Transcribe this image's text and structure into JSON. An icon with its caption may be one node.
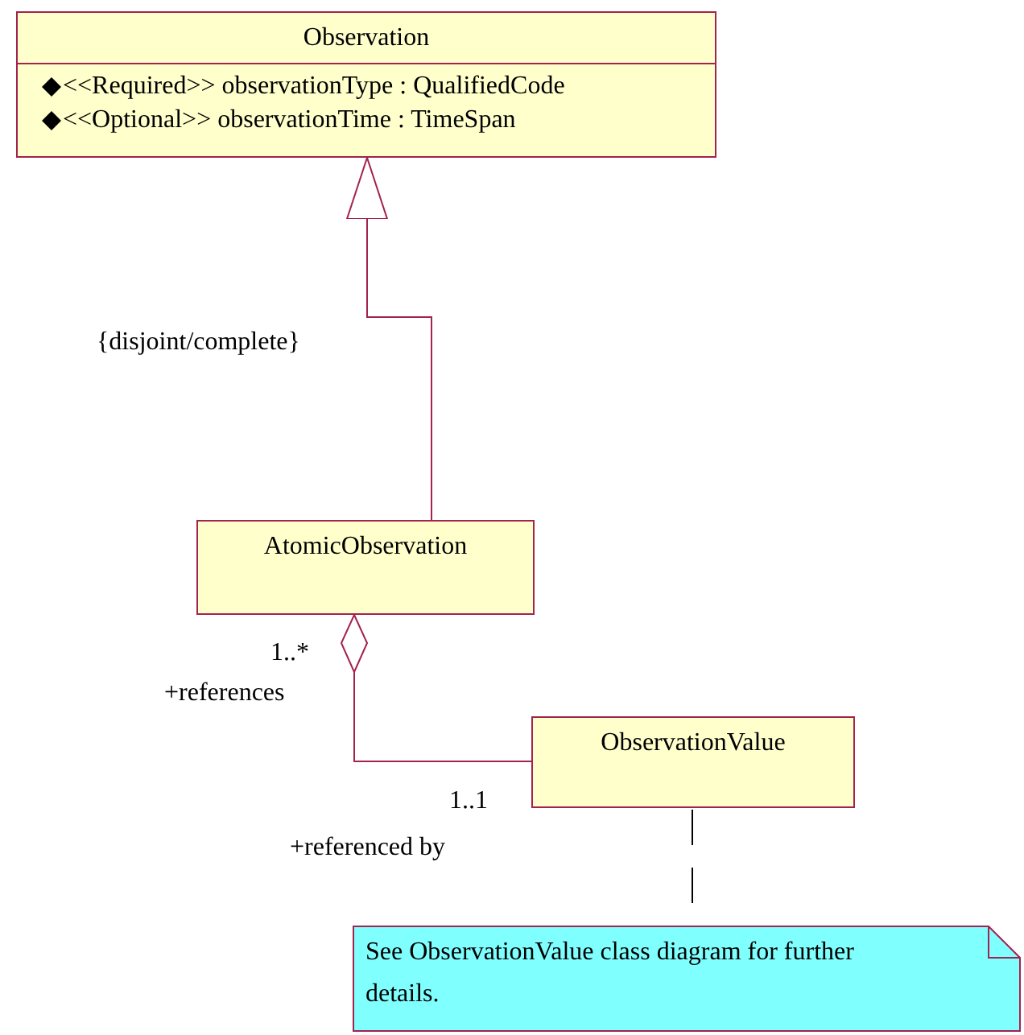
{
  "diagram": {
    "nodes": [
      {
        "text": [
          "Observation",
          "<<Required>> observationType : QualifiedCode",
          "<<Optional>> observationTime : TimeSpan"
        ]
      },
      {
        "text": [
          "AtomicObservation"
        ]
      },
      {
        "text": [
          "ObservationValue"
        ]
      },
      {
        "text": [
          "See ObservationValue class diagram for further details."
        ]
      }
    ],
    "edges": [
      {
        "from": 1,
        "to": 0,
        "arrow": "to",
        "label": "{disjoint/complete}"
      },
      {
        "from": 1,
        "to": 2,
        "arrow": "other"
      },
      {
        "from": 2,
        "to": 3,
        "arrow": "none",
        "style": "dashed",
        "color": "#000000"
      }
    ],
    "labels": [
      "1..*",
      "+references",
      "1..1",
      "+referenced by"
    ]
  }
}
